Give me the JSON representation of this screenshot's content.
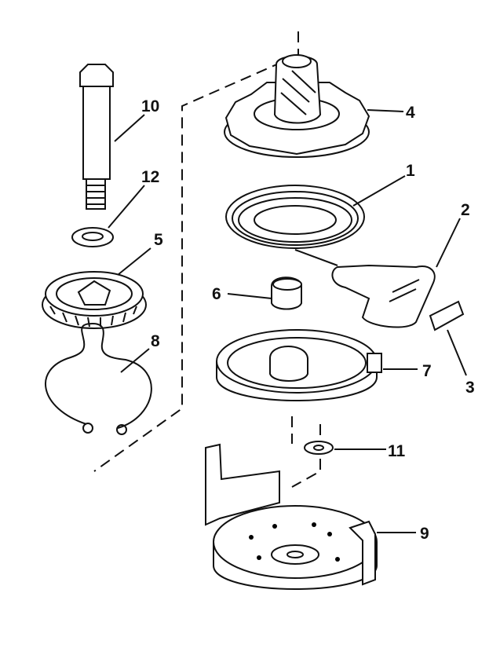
{
  "diagram": {
    "labels": {
      "bolt": "10",
      "washer": "12",
      "pinion_gear": "5",
      "spring_clip": "8",
      "pulley": "4",
      "rewind_spring": "1",
      "handle": "2",
      "cam": "6",
      "spring_housing": "7",
      "handle_insert": "3",
      "small_washer": "11",
      "base_housing": "9"
    }
  }
}
